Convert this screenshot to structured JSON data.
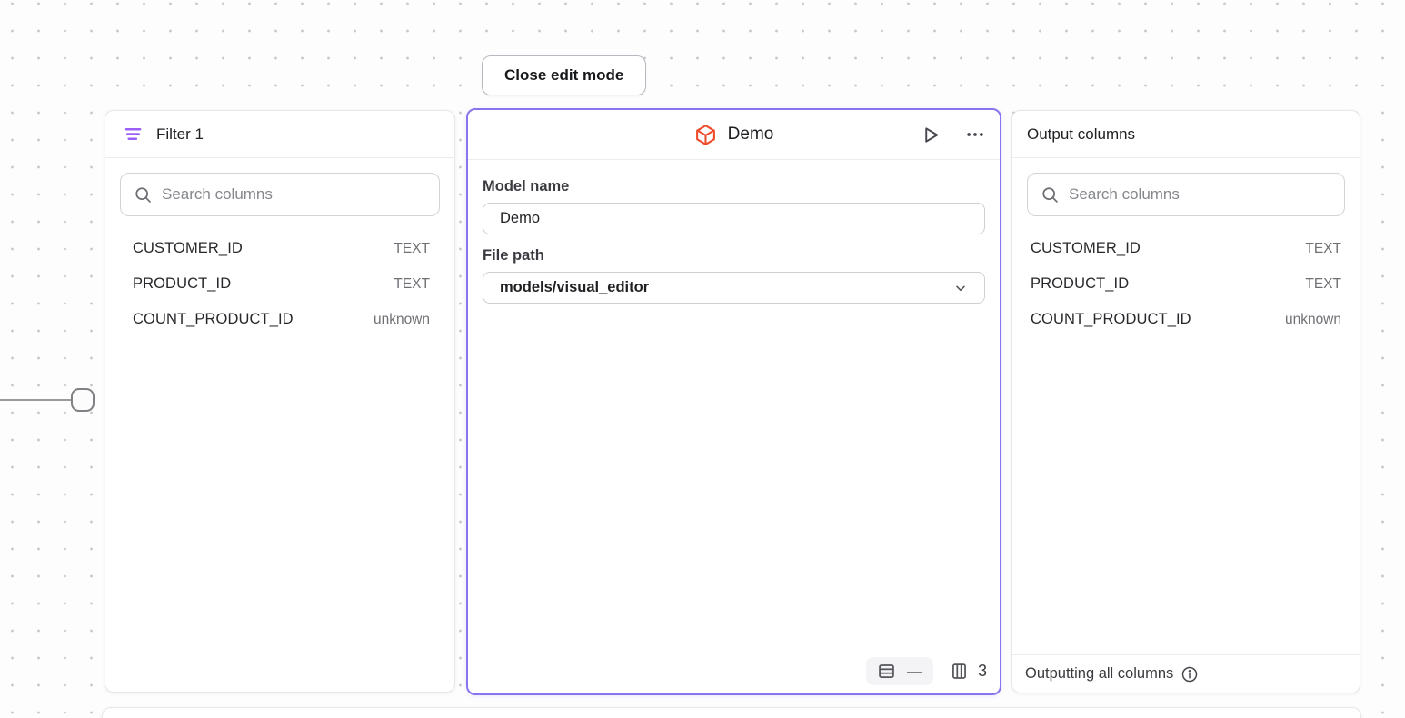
{
  "toolbar": {
    "close_button_label": "Close edit mode"
  },
  "filter_panel": {
    "title": "Filter 1",
    "search_placeholder": "Search columns",
    "columns": [
      {
        "name": "CUSTOMER_ID",
        "type": "TEXT"
      },
      {
        "name": "PRODUCT_ID",
        "type": "TEXT"
      },
      {
        "name": "COUNT_PRODUCT_ID",
        "type": "unknown"
      }
    ]
  },
  "model_panel": {
    "title": "Demo",
    "model_name_label": "Model name",
    "model_name_value": "Demo",
    "file_path_label": "File path",
    "file_path_value": "models/visual_editor",
    "stats": {
      "row_count": "—",
      "column_count": "3"
    },
    "icons": {
      "node_icon": "cube-icon",
      "run_icon": "play-icon",
      "menu_icon": "ellipsis-icon",
      "rows_icon": "table-rows-icon",
      "columns_icon": "table-columns-icon"
    }
  },
  "output_panel": {
    "title": "Output columns",
    "search_placeholder": "Search columns",
    "columns": [
      {
        "name": "CUSTOMER_ID",
        "type": "TEXT"
      },
      {
        "name": "PRODUCT_ID",
        "type": "TEXT"
      },
      {
        "name": "COUNT_PRODUCT_ID",
        "type": "unknown"
      }
    ],
    "footer_text": "Outputting all columns"
  },
  "colors": {
    "accent_purple": "#8b74f0",
    "filter_icon_purple": "#9b5ef7",
    "cube_orange": "#ee4c2b",
    "canvas_dot": "#c9c9cd"
  }
}
